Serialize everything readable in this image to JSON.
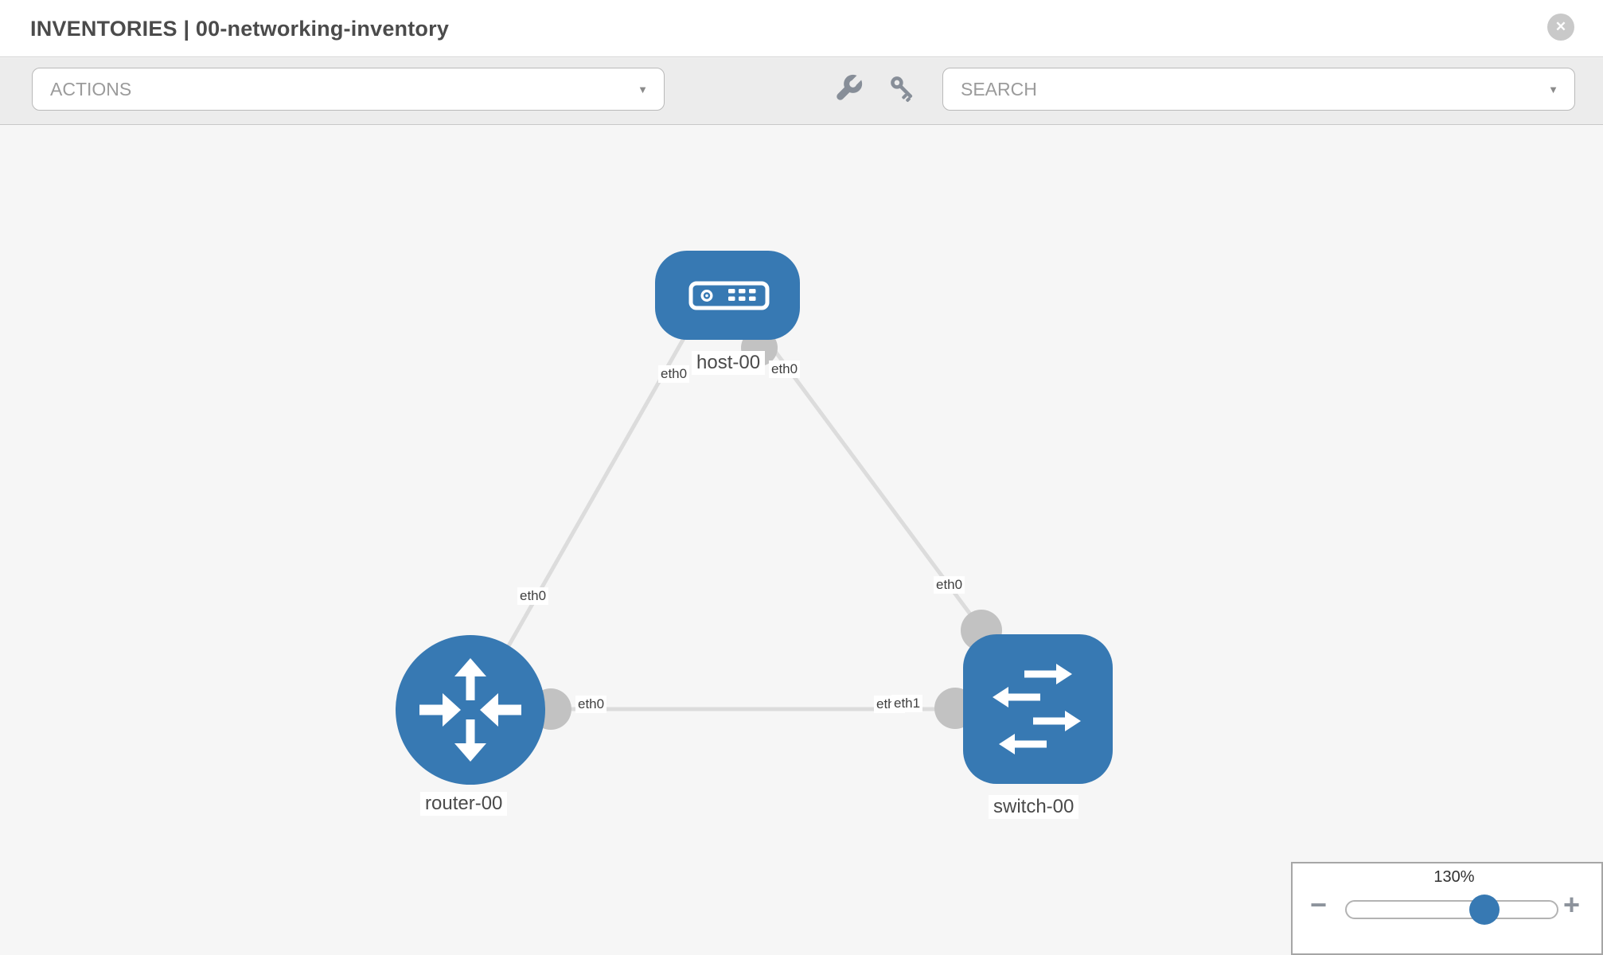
{
  "header": {
    "title": "INVENTORIES | 00-networking-inventory"
  },
  "toolbar": {
    "actions_dropdown": {
      "label": "ACTIONS"
    },
    "search_dropdown": {
      "label": "SEARCH"
    },
    "tools": [
      {
        "name": "wrench"
      },
      {
        "name": "key"
      }
    ]
  },
  "topology": {
    "nodes": [
      {
        "name": "host-00",
        "type": "host"
      },
      {
        "name": "router-00",
        "type": "router"
      },
      {
        "name": "switch-00",
        "type": "switch"
      }
    ],
    "links": [
      {
        "from": "host-00",
        "from_interface": "eth0",
        "to": "router-00",
        "to_interface": "eth0"
      },
      {
        "from": "host-00",
        "from_interface": "eth0",
        "to": "switch-00",
        "to_interface": "eth0"
      },
      {
        "from": "router-00",
        "from_interface": "eth0",
        "to": "switch-00",
        "to_interface": "eth1"
      }
    ]
  },
  "zoom_control": {
    "level": "130%"
  },
  "icons": {
    "close": "✕",
    "caret_down": "▼",
    "zoom_out": "−",
    "zoom_in": "+"
  },
  "colors": {
    "node_blue": "#3779b3",
    "link_gray": "#dcdcdc",
    "port_gray": "#c2c2c2",
    "toolbar_bg": "#ececec",
    "canvas_bg": "#f6f6f6"
  }
}
